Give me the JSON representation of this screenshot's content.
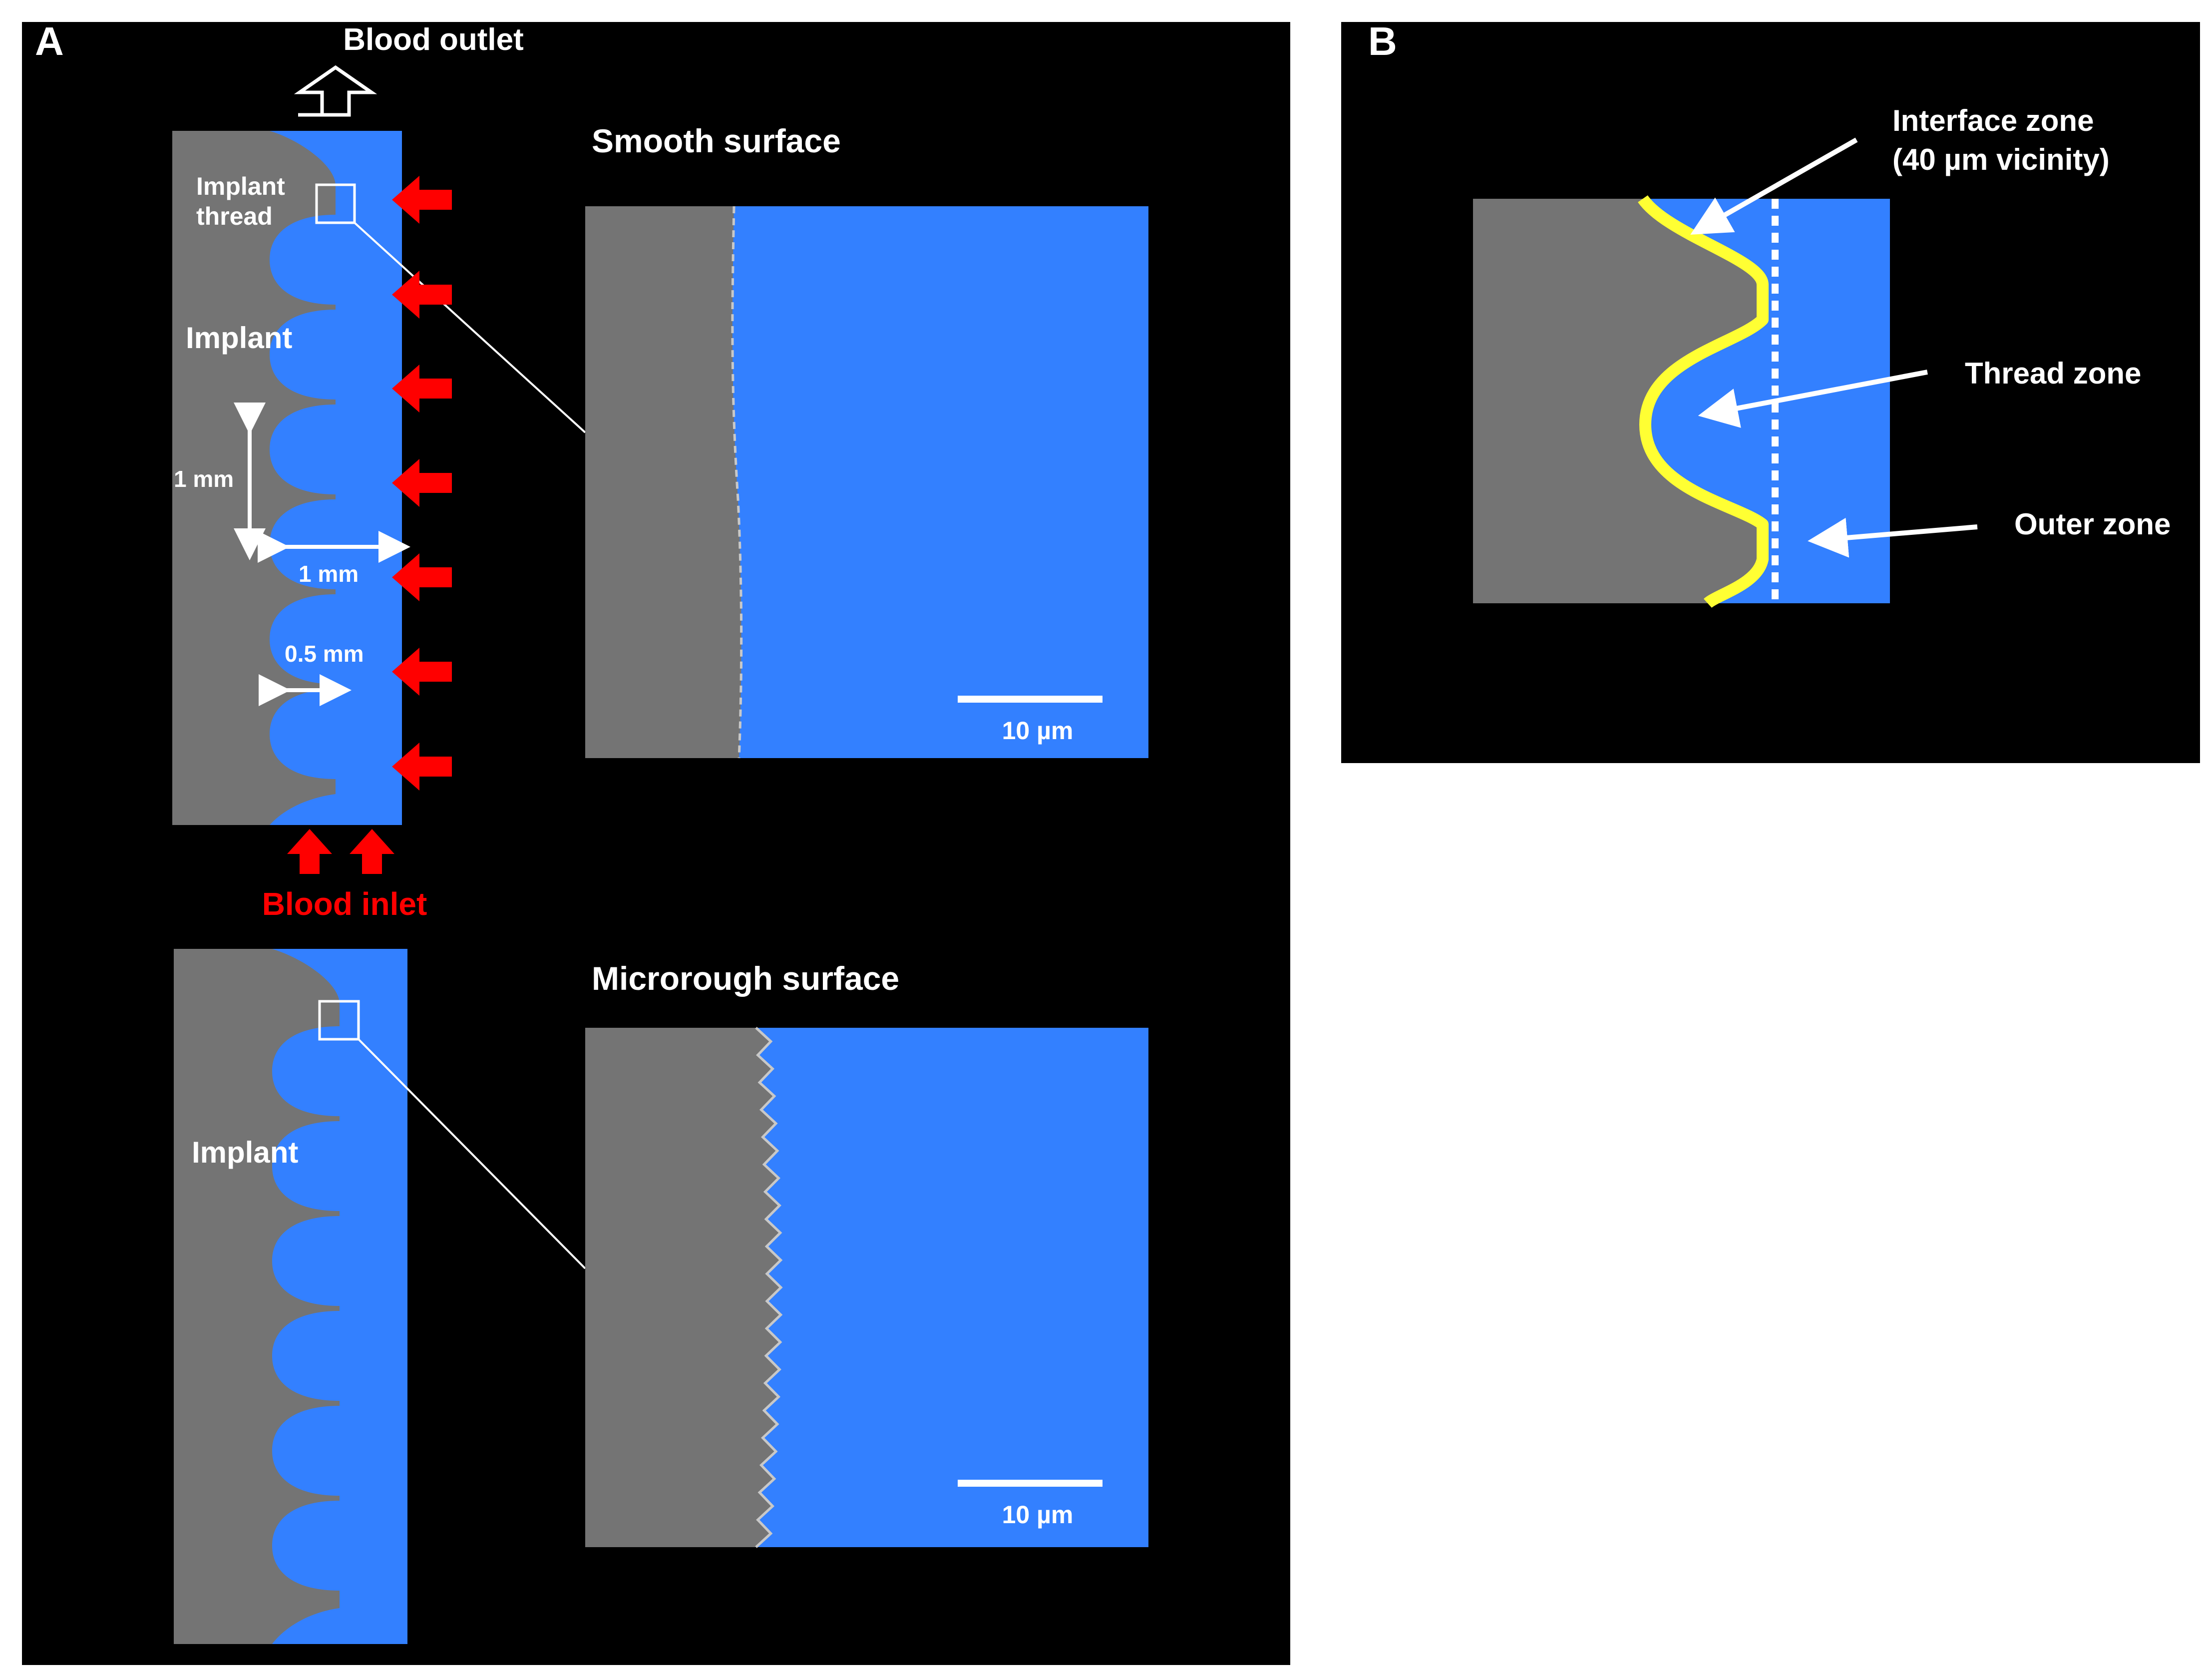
{
  "panel_a": {
    "letter": "A",
    "blood_outlet": "Blood outlet",
    "blood_inlet": "Blood inlet",
    "implant_thread_line1": "Implant",
    "implant_thread_line2": "thread",
    "implant_top": "Implant",
    "implant_bottom": "Implant",
    "dim_vertical": "1 mm",
    "dim_horizontal": "1 mm",
    "dim_thread": "0.5 mm",
    "smooth_title": "Smooth surface",
    "microrough_title": "Microrough surface",
    "scale_bar_smooth": "10 µm",
    "scale_bar_rough": "10 µm"
  },
  "panel_b": {
    "letter": "B",
    "interface_zone_line1": "Interface zone",
    "interface_zone_line2": "(40 µm vicinity)",
    "thread_zone": "Thread zone",
    "outer_zone": "Outer zone"
  },
  "colors": {
    "background": "#000000",
    "implant": "#747474",
    "blood": "#3380ff",
    "flow_arrow": "#ff0000",
    "interface": "#ffff33"
  }
}
